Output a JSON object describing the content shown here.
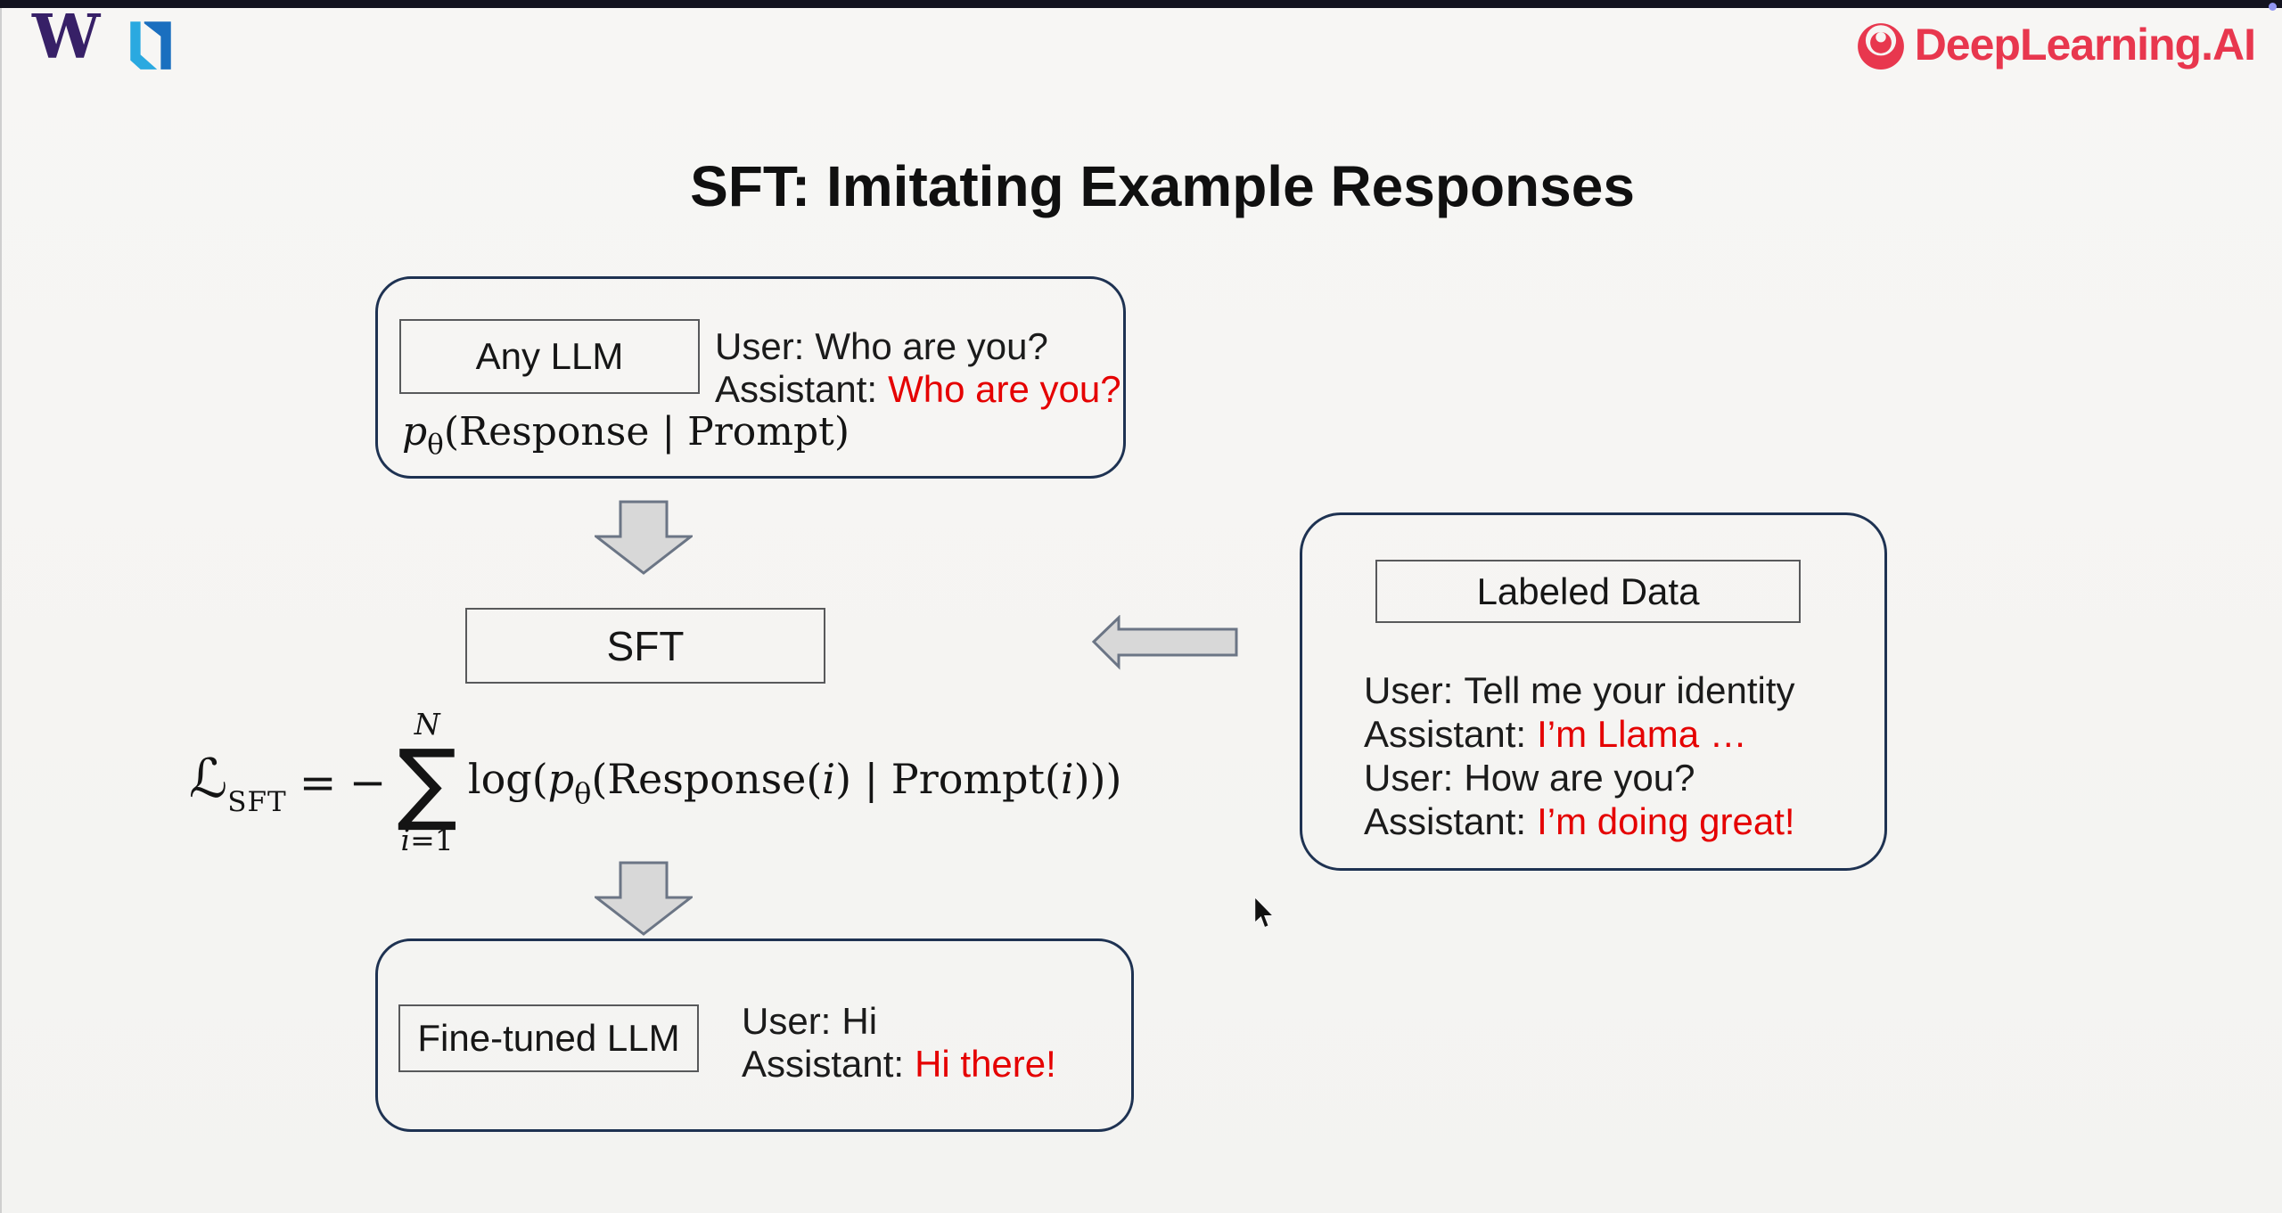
{
  "header": {
    "uw_logo_letter": "W",
    "brand": "DeepLearning.AI"
  },
  "title": "SFT: Imitating Example Responses",
  "any_llm": {
    "label": "Any LLM",
    "chat": [
      {
        "speaker": "User:",
        "text": "Who are you?"
      },
      {
        "speaker": "Assistant:",
        "text": "Who are you?"
      }
    ],
    "math": {
      "p": "p",
      "sub": "θ",
      "rest": "(Response | Prompt)"
    }
  },
  "sft": {
    "label": "SFT"
  },
  "labeled_data": {
    "label": "Labeled Data",
    "chat": [
      {
        "speaker": "User:",
        "text": "Tell me your identity"
      },
      {
        "speaker": "Assistant:",
        "text": "I’m Llama …"
      },
      {
        "speaker": "User:",
        "text": "How are you?"
      },
      {
        "speaker": "Assistant:",
        "text": "I’m doing great!"
      }
    ]
  },
  "fine_tuned": {
    "label": "Fine-tuned LLM",
    "chat": [
      {
        "speaker": "User:",
        "text": "Hi"
      },
      {
        "speaker": "Assistant:",
        "text": "Hi there!"
      }
    ]
  },
  "formula": {
    "loss_symbol": "ℒ",
    "loss_subscript": "SFT",
    "equals": "=",
    "minus": "−",
    "sum_upper": "N",
    "sum_symbol": "∑",
    "sum_lower_var": "i",
    "sum_lower_rest": "=1",
    "log_open": "log(",
    "p": "p",
    "p_subscript": "θ",
    "body_open": "(Response(",
    "body_i1": "i",
    "body_mid": ") | Prompt(",
    "body_i2": "i",
    "body_close": ")))"
  },
  "colors": {
    "panel_border": "#1e3252",
    "inner_border": "#58595b",
    "chat_red": "#e50000",
    "brand_red": "#e8374e",
    "uw_purple": "#372067",
    "n_logo_light_blue": "#2aa9e0",
    "n_logo_dark_blue": "#1a6fbf",
    "arrow_fill": "#d8d8d8",
    "arrow_stroke": "#6b7585"
  }
}
